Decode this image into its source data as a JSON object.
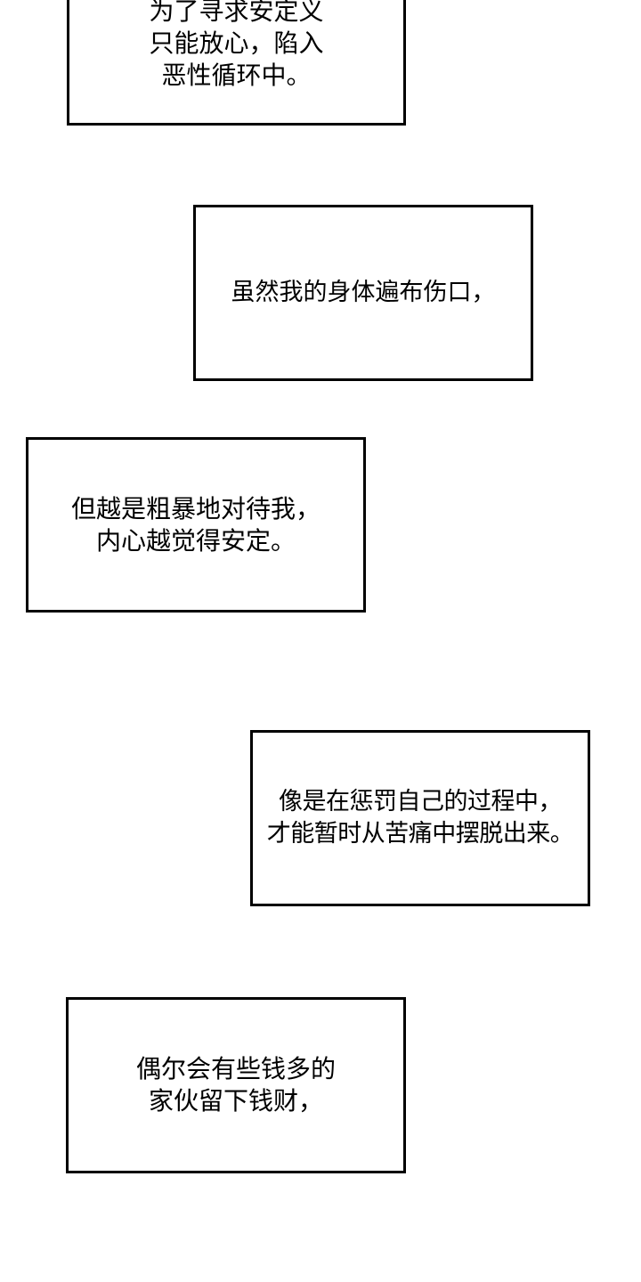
{
  "panels": [
    {
      "lines": [
        "为了寻求安定义",
        "只能放心，陷入",
        "恶性循环中。"
      ]
    },
    {
      "lines": [
        "虽然我的身体遍布伤口，"
      ]
    },
    {
      "lines": [
        "但越是粗暴地对待我，",
        "内心越觉得安定。"
      ]
    },
    {
      "lines": [
        "像是在惩罚自己的过程中，",
        "才能暂时从苦痛中摆脱出来。"
      ]
    },
    {
      "lines": [
        "偶尔会有些钱多的",
        "家伙留下钱财，"
      ]
    }
  ]
}
